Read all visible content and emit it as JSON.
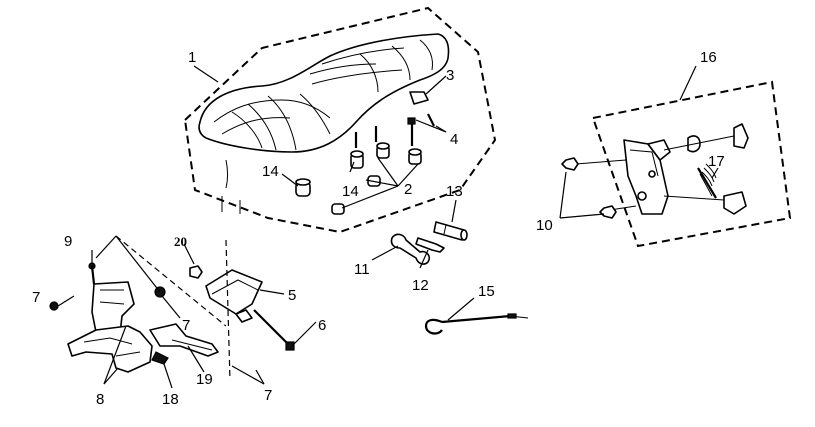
{
  "callouts": {
    "c1": "1",
    "c2": "2",
    "c3": "3",
    "c4": "4",
    "c5": "5",
    "c6": "6",
    "c7a": "7",
    "c7b": "7",
    "c7c": "7",
    "c8": "8",
    "c9": "9",
    "c10": "10",
    "c11": "11",
    "c12": "12",
    "c13": "13",
    "c14a": "14",
    "c14b": "14",
    "c15": "15",
    "c16": "16",
    "c17": "17",
    "c18": "18",
    "c19": "19",
    "c20": "20"
  }
}
